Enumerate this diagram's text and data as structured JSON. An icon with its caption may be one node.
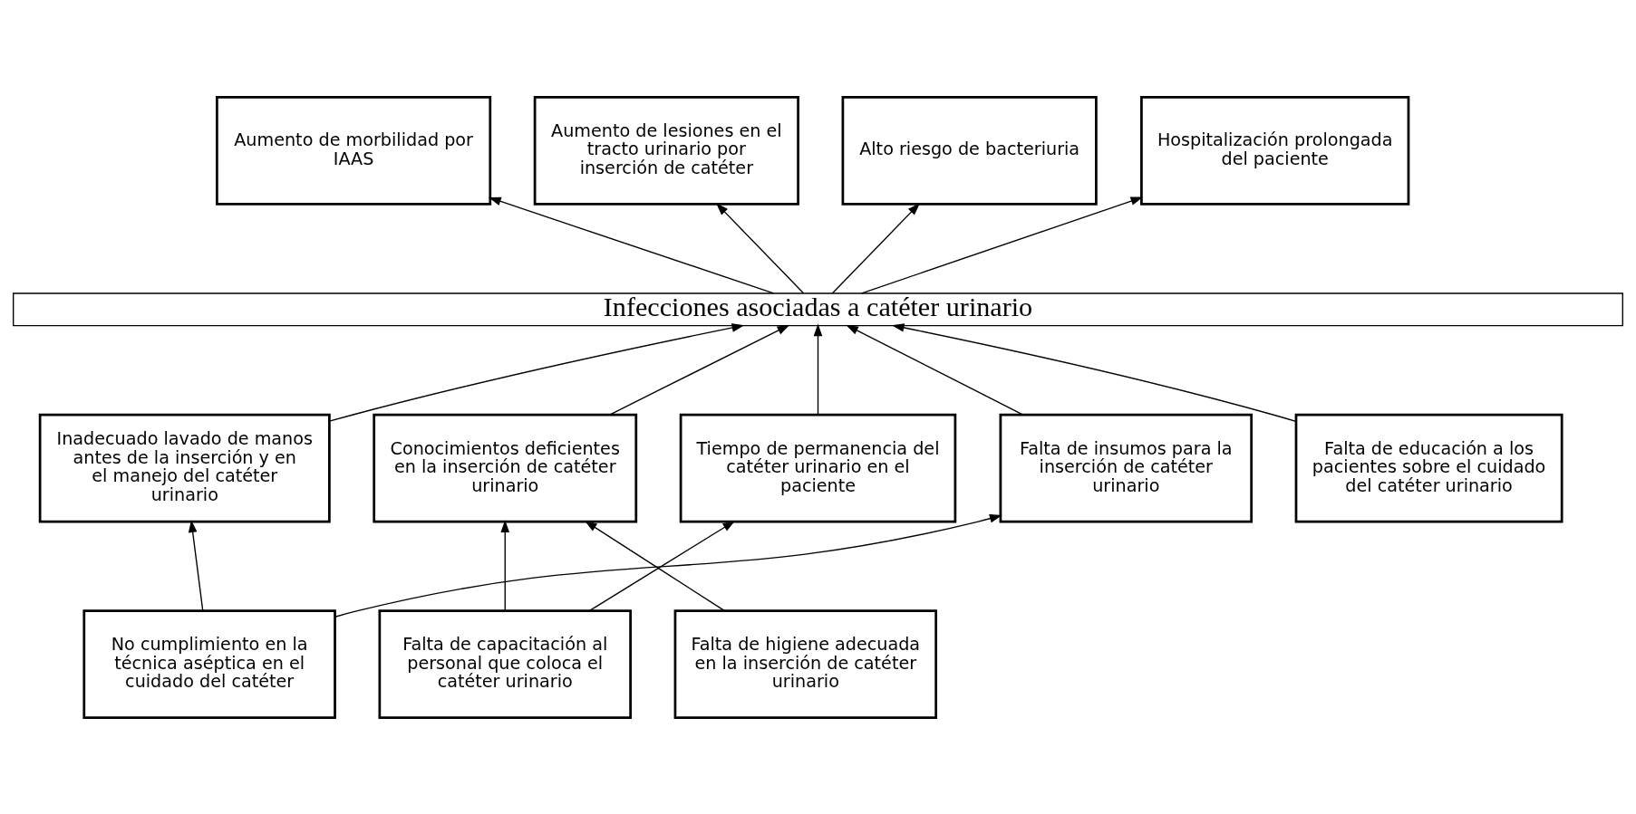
{
  "diagram": {
    "nodes": [
      {
        "text": [
          "Aumento de morbilidad por IAAS"
        ]
      },
      {
        "text": [
          "Aumento de lesiones en el tracto urinario por inserción de catéter"
        ]
      },
      {
        "text": [
          "Alto riesgo de bacteriuria"
        ]
      },
      {
        "text": [
          "Hospitalización prolongada del paciente"
        ]
      },
      {
        "text": [
          "Infecciones asociadas a catéter urinario"
        ]
      },
      {
        "text": [
          "Inadecuado lavado de manos antes de la inserción y en el manejo del catéter urinario"
        ]
      },
      {
        "text": [
          "Conocimientos deficientes en la inserción de catéter urinario"
        ]
      },
      {
        "text": [
          "Tiempo de permanencia del catéter urinario en el paciente"
        ]
      },
      {
        "text": [
          "Falta de insumos para la inserción de catéter urinario"
        ]
      },
      {
        "text": [
          "Falta de educación a los pacientes sobre el cuidado del catéter urinario"
        ]
      },
      {
        "text": [
          "No cumplimiento en la técnica aséptica en el cuidado del catéter"
        ]
      },
      {
        "text": [
          "Falta de capacitación al personal que coloca el catéter urinario"
        ]
      },
      {
        "text": [
          "Falta de higiene adecuada en la inserción de catéter urinario"
        ]
      }
    ],
    "edges": [
      {
        "from": 4,
        "to": 0,
        "arrow": "to"
      },
      {
        "from": 4,
        "to": 1,
        "arrow": "to"
      },
      {
        "from": 4,
        "to": 2,
        "arrow": "to"
      },
      {
        "from": 4,
        "to": 3,
        "arrow": "to"
      },
      {
        "from": 5,
        "to": 4,
        "arrow": "to"
      },
      {
        "from": 6,
        "to": 4,
        "arrow": "to"
      },
      {
        "from": 7,
        "to": 4,
        "arrow": "to"
      },
      {
        "from": 8,
        "to": 4,
        "arrow": "to"
      },
      {
        "from": 9,
        "to": 4,
        "arrow": "to"
      },
      {
        "from": 10,
        "to": 5,
        "arrow": "to"
      },
      {
        "from": 10,
        "to": 8,
        "arrow": "to"
      },
      {
        "from": 11,
        "to": 6,
        "arrow": "to"
      },
      {
        "from": 11,
        "to": 7,
        "arrow": "to"
      },
      {
        "from": 12,
        "to": 6,
        "arrow": "to"
      }
    ]
  }
}
